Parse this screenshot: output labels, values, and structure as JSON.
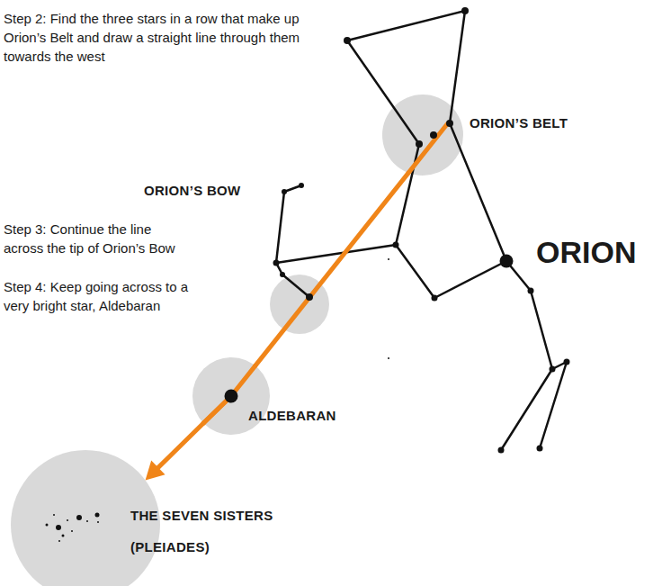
{
  "diagram": {
    "nodes": [
      {
        "text": [
          "ORION’S BELT"
        ]
      },
      {
        "text": [
          "ALDEBARAN"
        ]
      },
      {
        "text": [
          "THE SEVEN SISTERS (PLEIADES)"
        ]
      }
    ],
    "edges": [
      {
        "from": 0,
        "to": 1,
        "arrow": "none"
      },
      {
        "from": 1,
        "to": 2,
        "arrow": "to"
      }
    ],
    "labels": [
      "Step 2: Find the three stars in a row that make up Orion’s Belt and draw a straight line through them towards the west",
      "ORION’S BOW",
      "Step 3: Continue the line across the tip of Orion’s Bow",
      "Step 4: Keep going across to a very bright star, Aldebaran",
      "ORION"
    ]
  }
}
